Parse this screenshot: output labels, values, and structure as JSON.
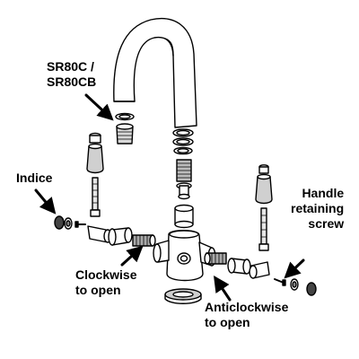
{
  "labels": {
    "part_code_line1": "SR80C /",
    "part_code_line2": "SR80CB",
    "indice": "Indice",
    "handle_screw_line1": "Handle",
    "handle_screw_line2": "retaining",
    "handle_screw_line3": "screw",
    "clockwise_line1": "Clockwise",
    "clockwise_line2": "to open",
    "anticlockwise_line1": "Anticlockwise",
    "anticlockwise_line2": "to open"
  },
  "colors": {
    "line": "#000000",
    "fill": "#ffffff",
    "shade": "#c8c8c8",
    "dark": "#555555"
  },
  "icons": {
    "callout_arrow": "arrow-icon",
    "parts": [
      "spout",
      "aerator",
      "o-rings",
      "cartridge",
      "handle",
      "valve-body",
      "indice-cap",
      "base-washer",
      "retaining-screw"
    ]
  }
}
